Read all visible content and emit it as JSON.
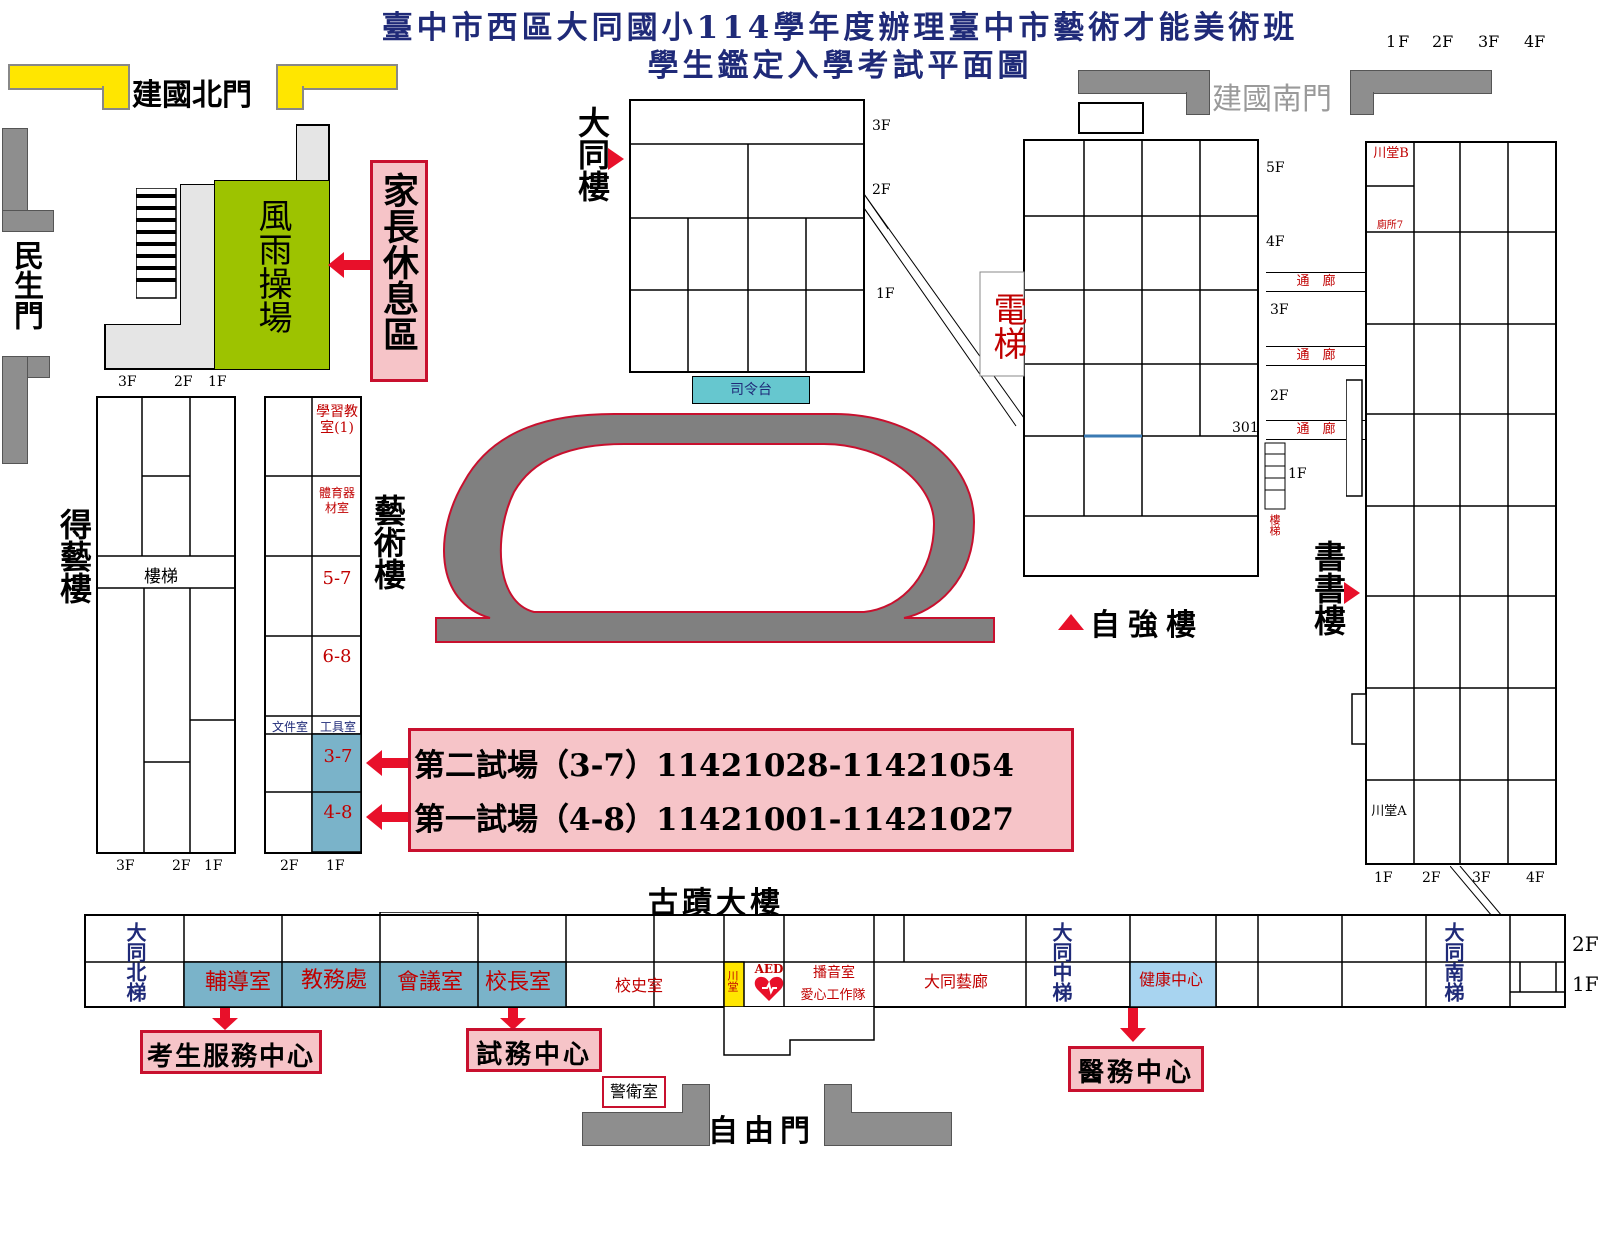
{
  "title": {
    "line1": "臺中市西區大同國小114學年度辦理臺中市藝術才能美術班",
    "line2": "學生鑑定入學考試平面圖"
  },
  "gates": {
    "north": "建國北門",
    "south": "建國南門",
    "west": "民生門",
    "freedom": "自由門"
  },
  "floors_legend": [
    "1F",
    "2F",
    "3F",
    "4F"
  ],
  "rain_playground": "風雨操場",
  "parent_area": "家長休息區",
  "buildings": {
    "datong": "大同樓",
    "deyi": "得藝樓",
    "yishu": "藝術樓",
    "ziqiang": "自強樓",
    "shushu": "書書樓",
    "guji": "古蹟大樓"
  },
  "rooms": {
    "podium": "司令台",
    "elevator": "電梯",
    "stairs": "樓梯",
    "stairs2": "樓梯",
    "learning_room": "學習教室(1)",
    "sports_room": "體育器材室",
    "r57": "5-7",
    "r68": "6-8",
    "doc_room": "文件室",
    "tool_room": "工具室",
    "r37": "3-7",
    "r48": "4-8",
    "r301": "301",
    "corridor": "通　廊",
    "chuantang_b": "川堂B",
    "toilet7": "廁所7",
    "chuantang_a": "川堂A",
    "north_ladder": "大同北梯",
    "middle_ladder": "大同中梯",
    "south_ladder": "大同南梯",
    "counseling": "輔導室",
    "academic": "教務處",
    "meeting": "會議室",
    "principal": "校長室",
    "history": "校史室",
    "chuantang": "川堂",
    "aed": "AED",
    "broadcast": "播音室",
    "volunteer": "愛心工作隊",
    "gallery": "大同藝廊",
    "health": "健康中心",
    "guard": "警衛室"
  },
  "exam_rooms": [
    {
      "label": "第二試場（3-7）11421028-11421054"
    },
    {
      "label": "第一試場（4-8）11421001-11421027"
    }
  ],
  "service_centers": {
    "candidate": "考生服務中心",
    "exam_affairs": "試務中心",
    "medical": "醫務中心"
  },
  "floor_labels": {
    "f1": "1F",
    "f2": "2F",
    "f3": "3F",
    "f4": "4F",
    "f5": "5F"
  },
  "colors": {
    "gate_north": "#ffe600",
    "gate_gray": "#8e8e8e",
    "playground_green": "#9dc300",
    "exam_blue": "#7ab3c9",
    "pink": "#f6c4c8",
    "red": "#c8102e",
    "track": "#808080"
  }
}
